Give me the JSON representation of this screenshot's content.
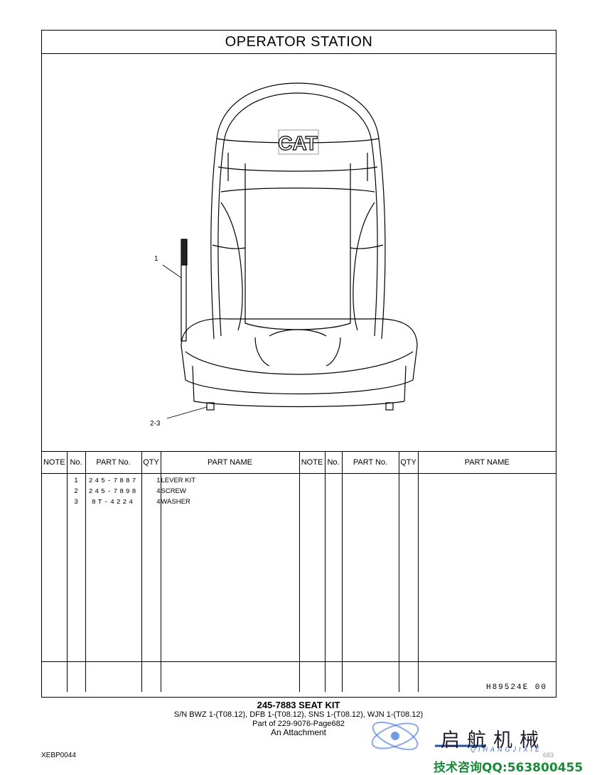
{
  "page": {
    "section_title": "OPERATOR   STATION",
    "doc_id": "XEBP0044",
    "ref_code": "H89524E   00"
  },
  "drawing": {
    "brand_logo": "CAT",
    "callouts": [
      "1",
      "2-3"
    ]
  },
  "table": {
    "headers": [
      "NOTE",
      "No.",
      "PART No.",
      "QTY",
      "PART NAME",
      "NOTE",
      "No.",
      "PART No.",
      "QTY",
      "PART NAME"
    ],
    "left_rows": [
      {
        "no": "1",
        "part": "245-7887",
        "qty": "1",
        "name": "LEVER KIT"
      },
      {
        "no": "2",
        "part": "245-7898",
        "qty": "4",
        "name": "SCREW"
      },
      {
        "no": "3",
        "part": "8T-4224",
        "qty": "4",
        "name": "WASHER"
      }
    ]
  },
  "footer": {
    "title": "245-7883  SEAT KIT",
    "serials": "S/N BWZ 1-(T08.12), DFB 1-(T08.12), SNS 1-(T08.12), WJN 1-(T08.12)",
    "part_of": "Part of 229-9076-Page682",
    "attachment": "An Attachment"
  },
  "watermark": {
    "name": "启航机械",
    "romanized": "QIHANGJIXIE",
    "page_number": "683",
    "contact": "技术咨询QQ:563800455",
    "colors": {
      "blue": "#3a6fd6",
      "green": "#1a8a3a"
    }
  }
}
